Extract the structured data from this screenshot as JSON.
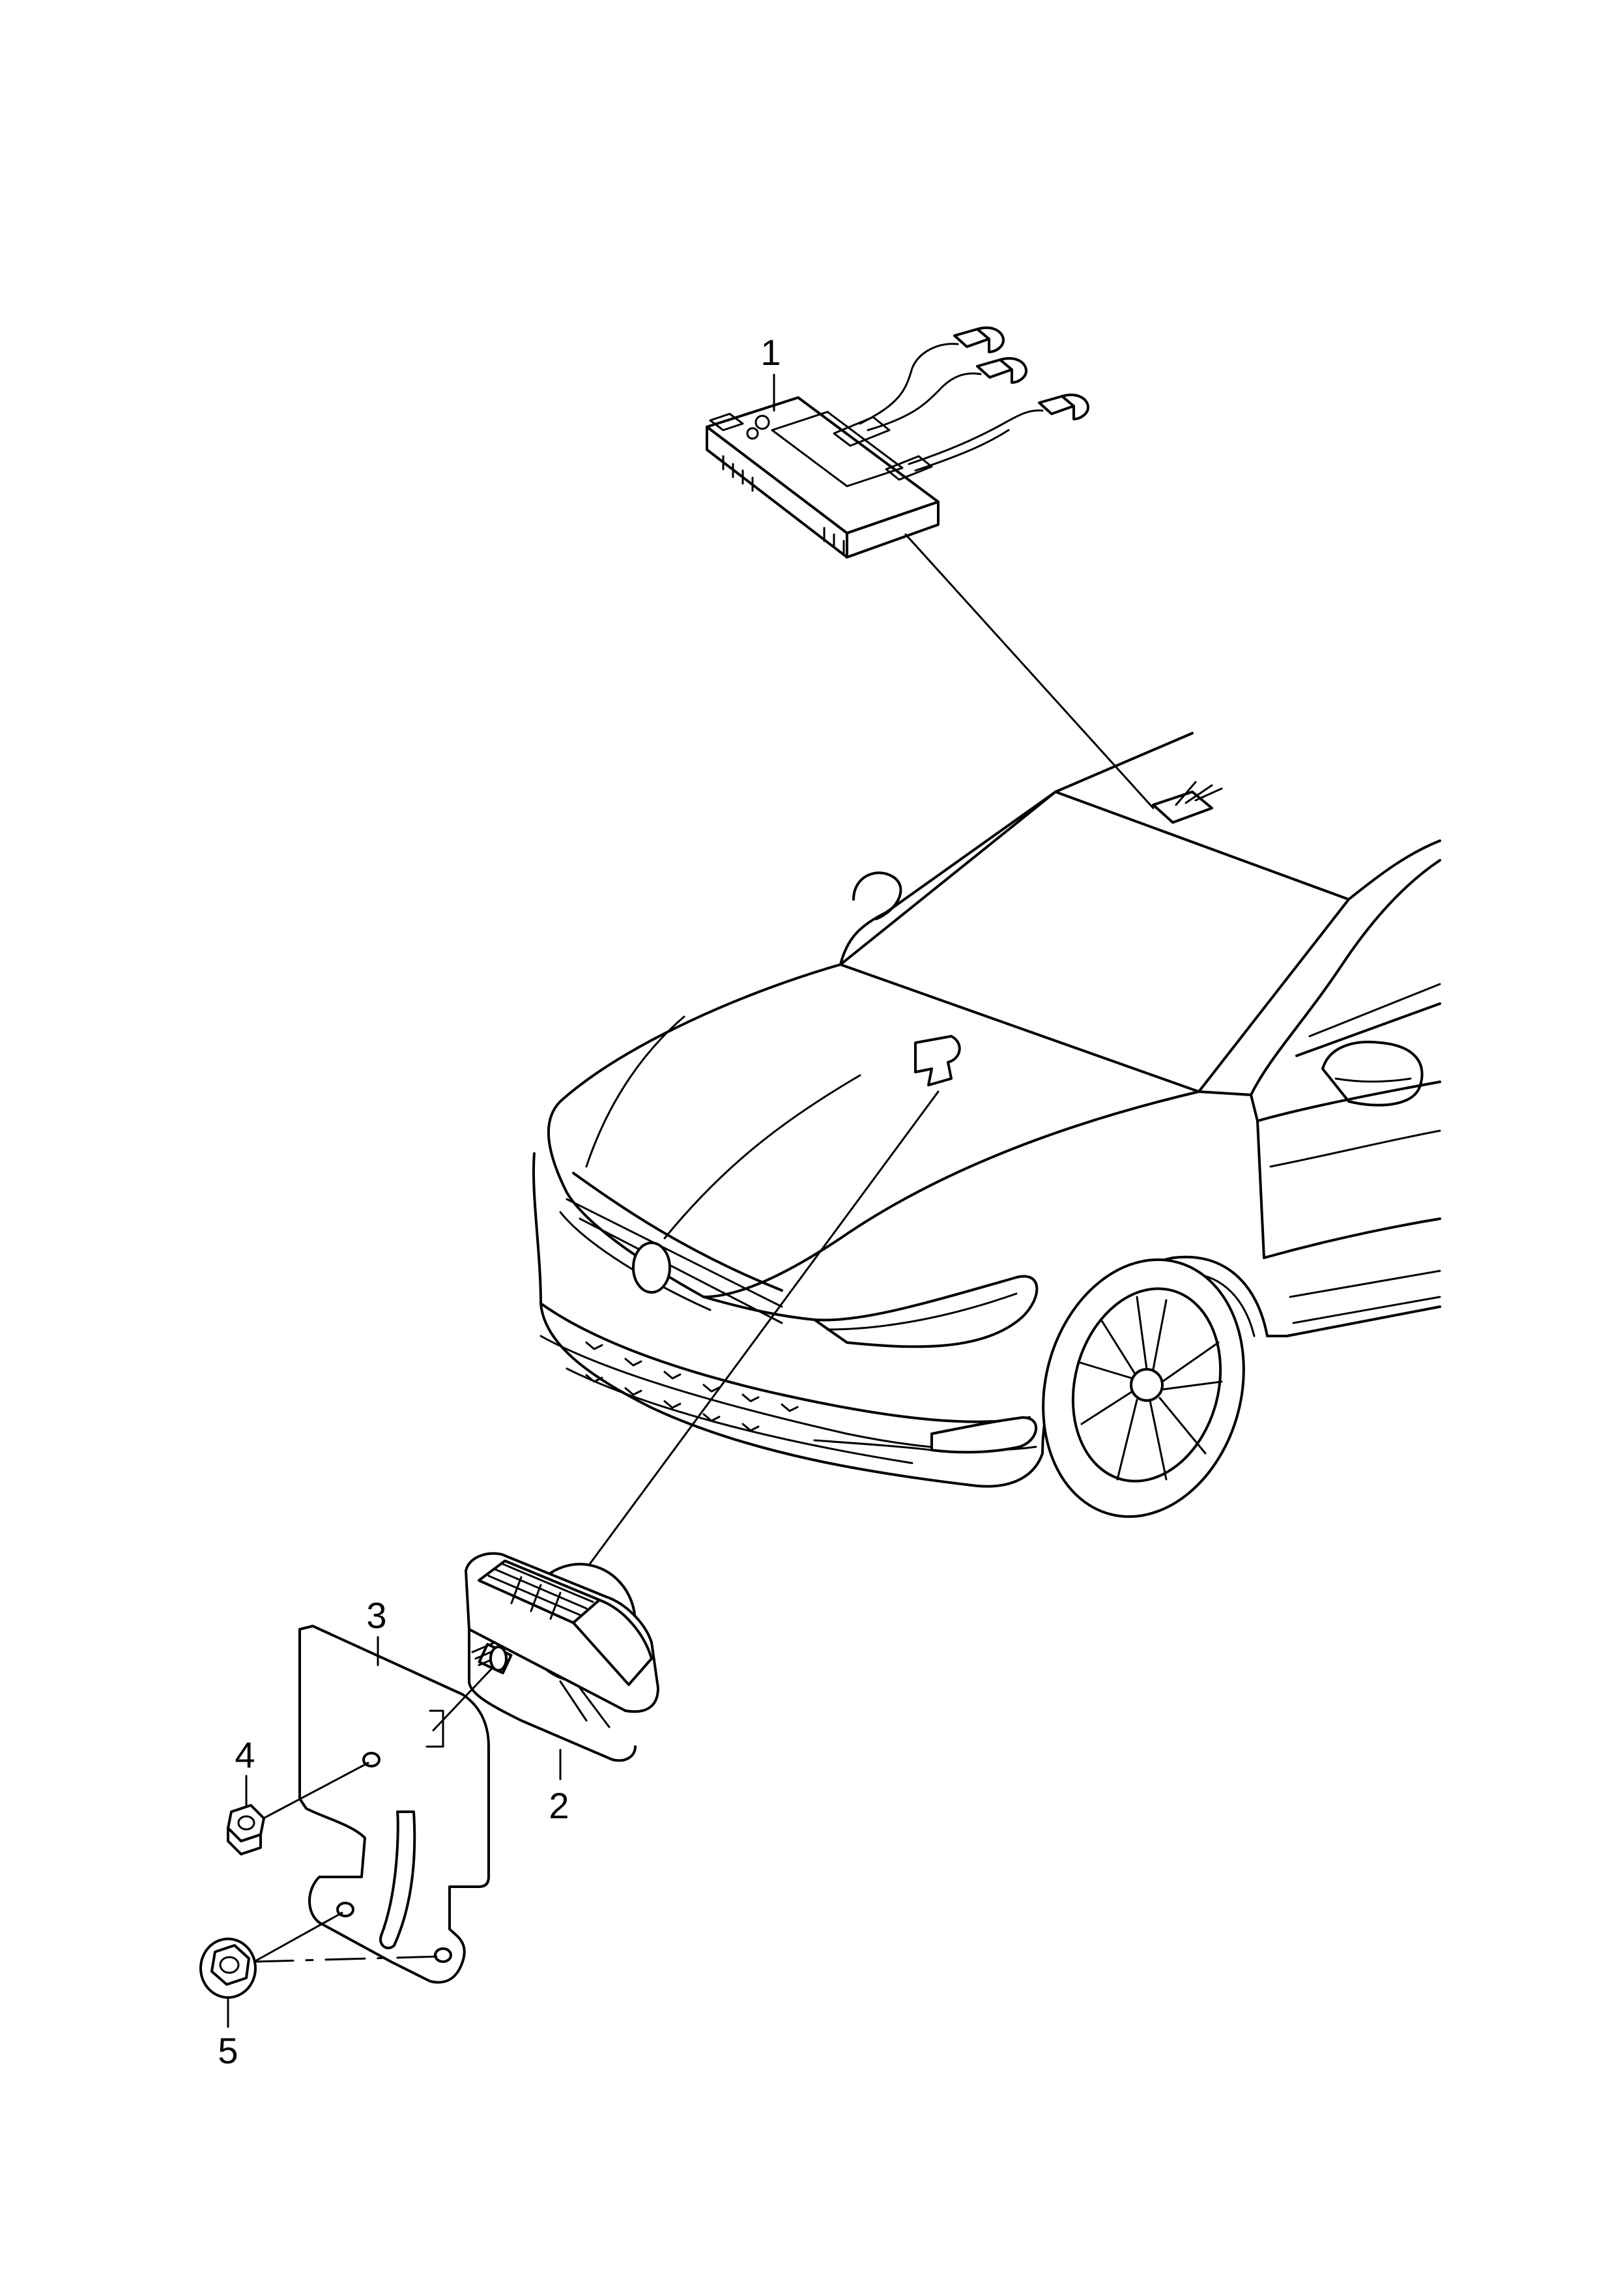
{
  "callouts": [
    {
      "label": "1"
    },
    {
      "label": "2"
    },
    {
      "label": "3"
    },
    {
      "label": "4"
    },
    {
      "label": "5"
    }
  ],
  "colors": {
    "stroke": "#000000",
    "background": "#ffffff"
  }
}
